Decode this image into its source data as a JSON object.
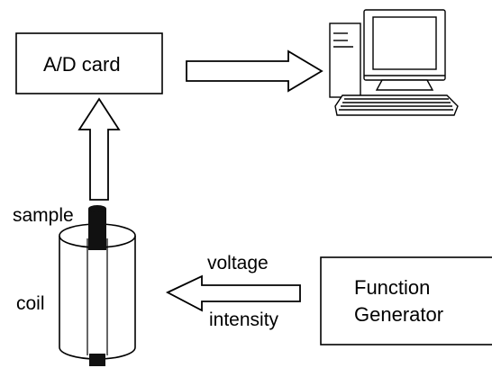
{
  "ad_card": {
    "label": "A/D card"
  },
  "function_generator": {
    "line1": "Function",
    "line2": "Generator"
  },
  "labels": {
    "sample": "sample",
    "coil": "coil",
    "voltage": "voltage",
    "intensity": "intensity"
  },
  "colors": {
    "stroke": "#000000",
    "background": "#ffffff",
    "rod": "#111111"
  },
  "icons": {
    "computer": "desktop-computer-icon"
  }
}
